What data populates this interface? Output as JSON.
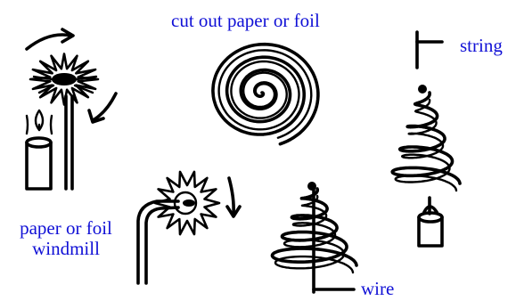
{
  "labels": {
    "top_caption": "cut out paper or foil",
    "string": "string",
    "windmill_line1": "paper or foil",
    "windmill_line2": "windmill",
    "wire": "wire"
  },
  "colors": {
    "label": "#1010d6",
    "ink": "#000000"
  }
}
